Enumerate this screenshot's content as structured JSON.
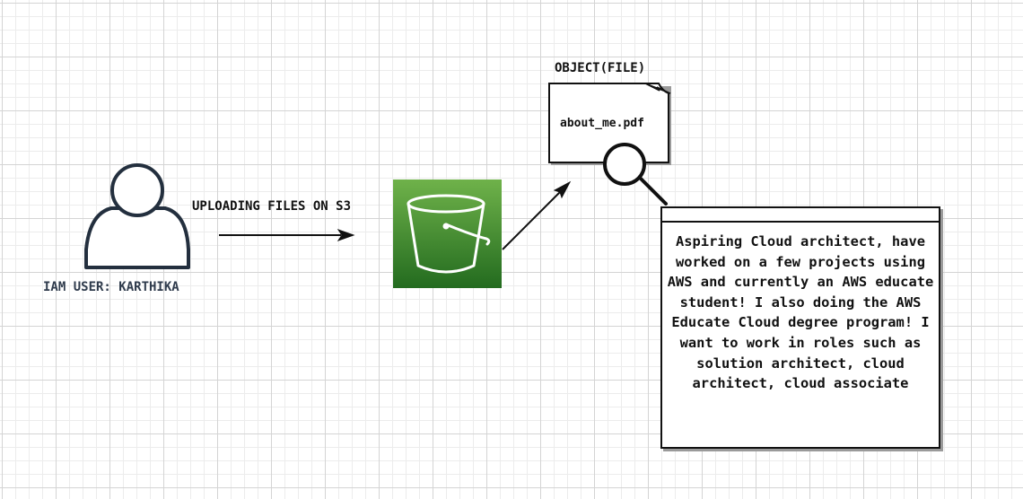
{
  "diagram": {
    "user": {
      "icon": "user-icon",
      "label": "IAM USER: KARTHIKA"
    },
    "upload_arrow": {
      "label": "UPLOADING FILES ON S3"
    },
    "s3_bucket": {
      "icon": "s3-bucket-icon",
      "colors": [
        "#6fb24a",
        "#236b1f"
      ]
    },
    "object": {
      "label": "OBJECT(FILE)",
      "file_name": "about_me.pdf",
      "icon": "magnifier-icon"
    },
    "callout": {
      "text": "Aspiring Cloud architect, have worked on a few projects using AWS and currently an AWS educate student! I also doing the AWS Educate Cloud degree program! I want to work in roles such as solution architect, cloud architect, cloud associate"
    }
  }
}
